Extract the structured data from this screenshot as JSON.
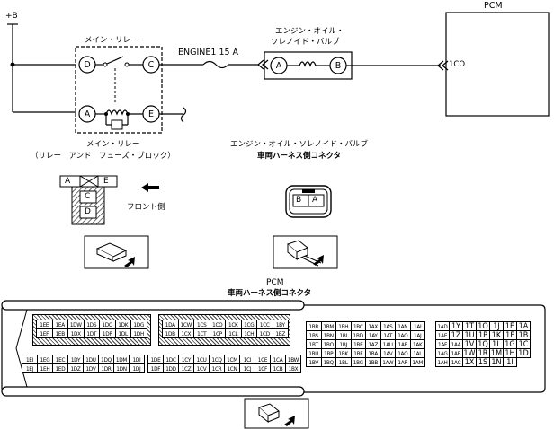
{
  "labels": {
    "plus_b": "+B",
    "main_relay_title": "メイン・リレー",
    "fuse_label": "ENGINE1 15 A",
    "solenoid_title_line1": "エンジン・オイル・",
    "solenoid_title_line2": "ソレノイド・バルブ",
    "pcm_title": "PCM",
    "pcm_pin": "1CO",
    "relay_caption_line1": "メイン・リレー",
    "relay_caption_line2": "（リレー　アンド　フューズ・ブロック）",
    "solenoid_caption_line1": "エンジン・オイル・ソレノイド・バルブ",
    "solenoid_caption_line2": "車両ハーネス側コネクタ",
    "front_label": "フロント側",
    "pcm_caption_line1": "PCM",
    "pcm_caption_line2": "車両ハーネス側コネクタ"
  },
  "relay_pins": {
    "d": "D",
    "c": "C",
    "a": "A",
    "e": "E"
  },
  "solenoid_pins": {
    "a": "A",
    "b": "B"
  },
  "relay_block": {
    "a": "A",
    "e": "E",
    "c": "C",
    "d": "D"
  },
  "solenoid_connector": {
    "b": "B",
    "a": "A"
  },
  "pcm_connector": {
    "group1_top": [
      [
        "1EE",
        "1EA",
        "1DW",
        "1DS",
        "1DO",
        "1DK",
        "1DG"
      ],
      [
        "1EF",
        "1EB",
        "1DX",
        "1DT",
        "1DP",
        "1DL",
        "1DH"
      ]
    ],
    "group1_bottom": [
      [
        "1EI",
        "1EG",
        "1EC",
        "1DY",
        "1DU",
        "1DQ",
        "1DM",
        "1DI"
      ],
      [
        "1EJ",
        "1EH",
        "1ED",
        "1DZ",
        "1DV",
        "1DR",
        "1DN",
        "1DJ"
      ]
    ],
    "group2_top": [
      [
        "1DA",
        "1CW",
        "1CS",
        "1CO",
        "1CK",
        "1CG",
        "1CC",
        "1BY"
      ],
      [
        "1DB",
        "1CX",
        "1CT",
        "1CP",
        "1CL",
        "1CH",
        "1CD",
        "1BZ"
      ]
    ],
    "group2_bottom": [
      [
        "1DE",
        "1DC",
        "1CY",
        "1CU",
        "1CQ",
        "1CM",
        "1CI",
        "1CE",
        "1CA",
        "1BW"
      ],
      [
        "1DF",
        "1DD",
        "1CZ",
        "1CV",
        "1CR",
        "1CN",
        "1CJ",
        "1CF",
        "1CB",
        "1BX"
      ]
    ],
    "group3": [
      [
        "1BR",
        "1BM",
        "1BH",
        "1BC",
        "1AX",
        "1AS",
        "1AN",
        "1AI"
      ],
      [
        "1BS",
        "1BN",
        "1BI",
        "1BD",
        "1AY",
        "1AT",
        "1AO",
        "1AJ"
      ],
      [
        "1BT",
        "1BO",
        "1BJ",
        "1BE",
        "1AZ",
        "1AU",
        "1AP",
        "1AK"
      ],
      [
        "1BU",
        "1BP",
        "1BK",
        "1BF",
        "1BA",
        "1AV",
        "1AQ",
        "1AL"
      ],
      [
        "1BV",
        "1BQ",
        "1BL",
        "1BG",
        "1BB",
        "1AW",
        "1AR",
        "1AM"
      ]
    ],
    "group4": [
      [
        "1AD",
        "1Y",
        "1T",
        "1O",
        "1J",
        "1E",
        "1A"
      ],
      [
        "1AE",
        "1Z",
        "1U",
        "1P",
        "1K",
        "1F",
        "1B"
      ],
      [
        "1AF",
        "1AA",
        "1V",
        "1Q",
        "1L",
        "1G",
        "1C"
      ],
      [
        "1AG",
        "1AB",
        "1W",
        "1R",
        "1M",
        "1H",
        "1D"
      ],
      [
        "1AH",
        "1AC",
        "1X",
        "1S",
        "1N",
        "1I",
        ""
      ]
    ]
  }
}
